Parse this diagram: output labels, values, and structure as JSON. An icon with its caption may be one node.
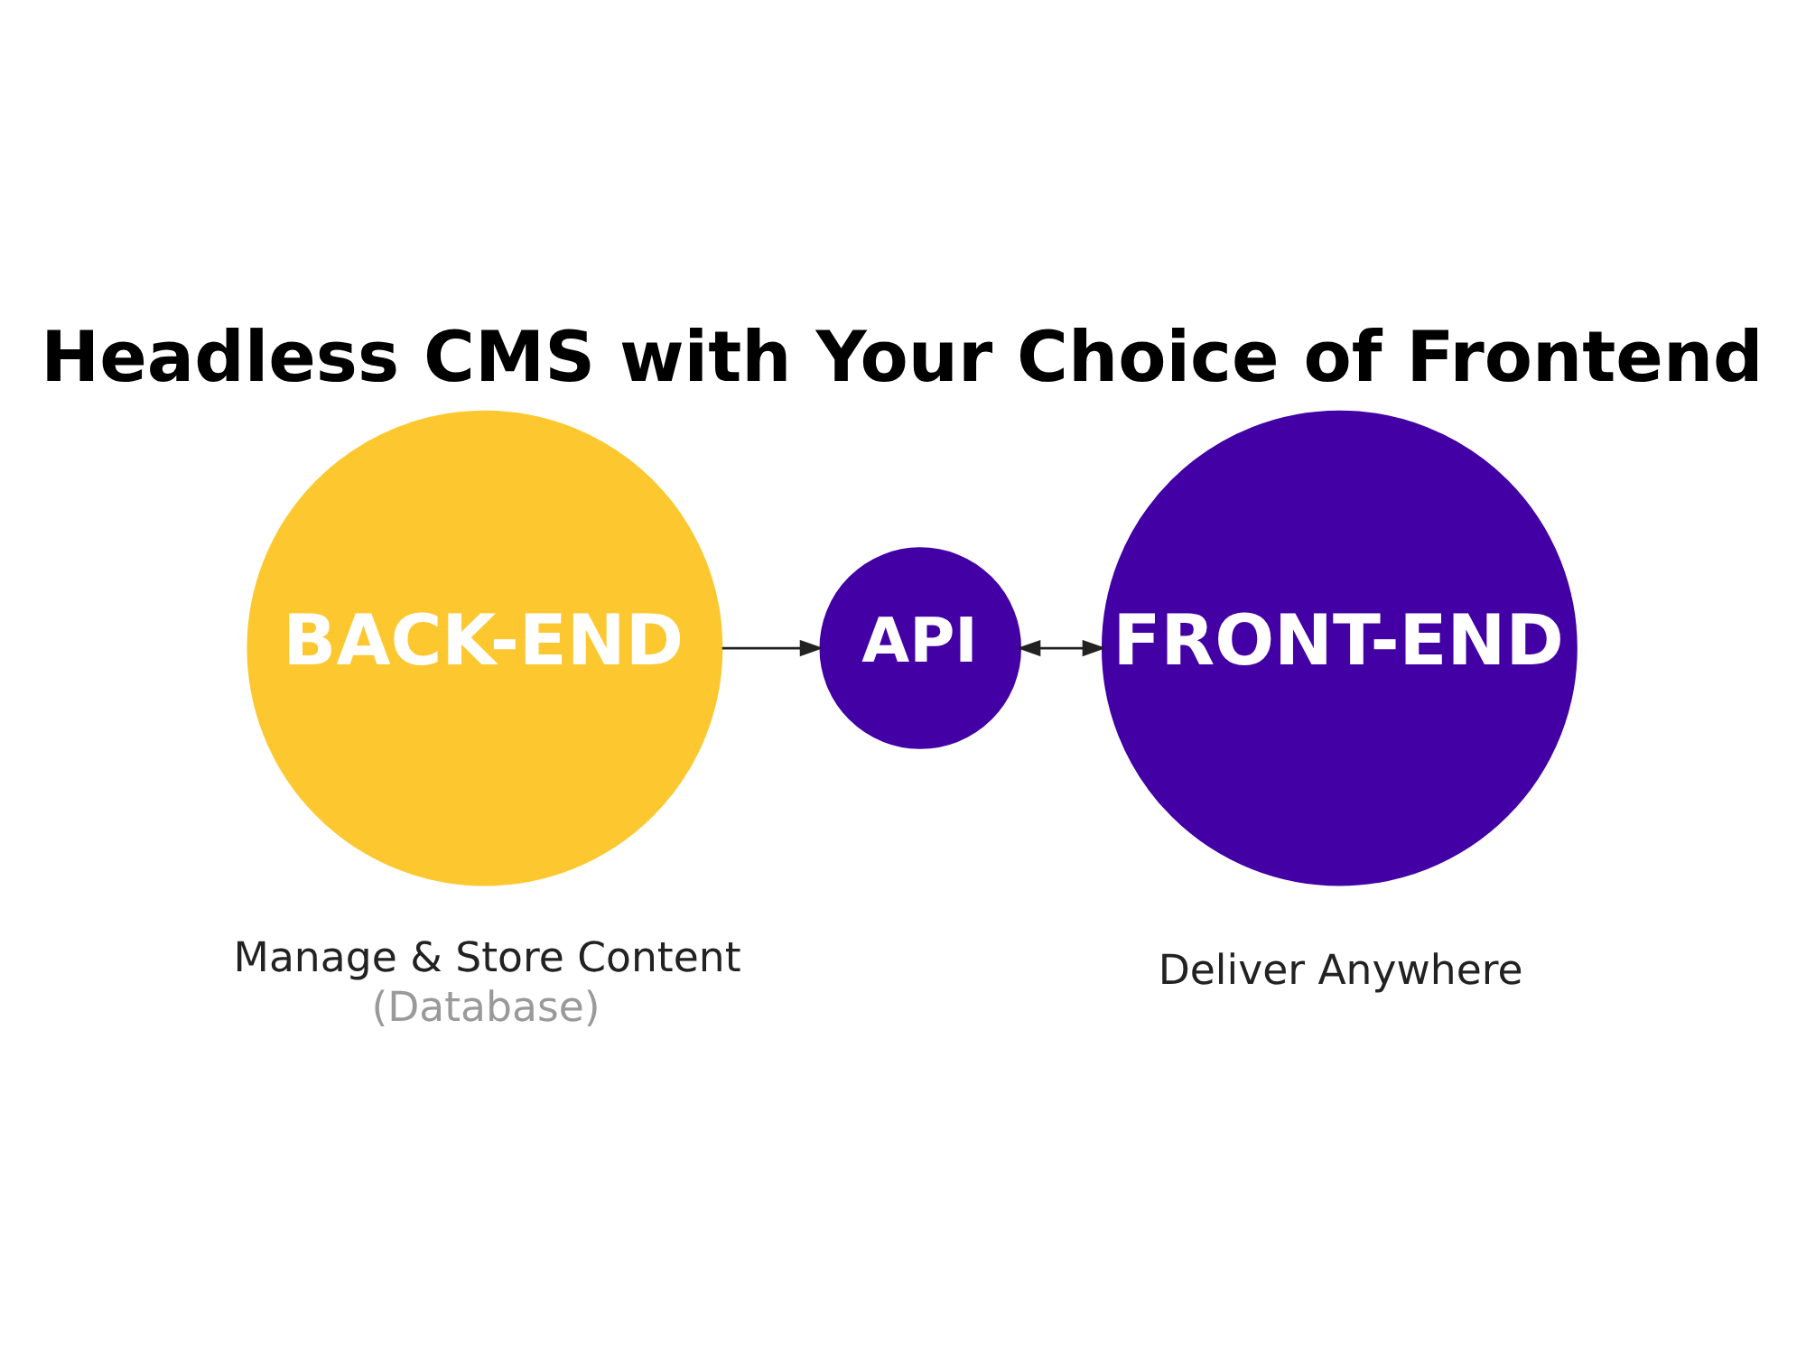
{
  "diagram": {
    "title": "Headless CMS with Your Choice of Frontend",
    "nodes": [
      {
        "text": [
          "BACK-END"
        ],
        "beside": [
          "Manage & Store Content",
          "(Database)"
        ]
      },
      {
        "text": [
          "API"
        ]
      },
      {
        "text": [
          "FRONT-END"
        ],
        "beside": [
          "Deliver Anywhere"
        ]
      }
    ],
    "edges": [
      {
        "from": 0,
        "to": 1,
        "arrow": "to"
      },
      {
        "from": 1,
        "to": 2,
        "arrow": "both"
      }
    ]
  }
}
